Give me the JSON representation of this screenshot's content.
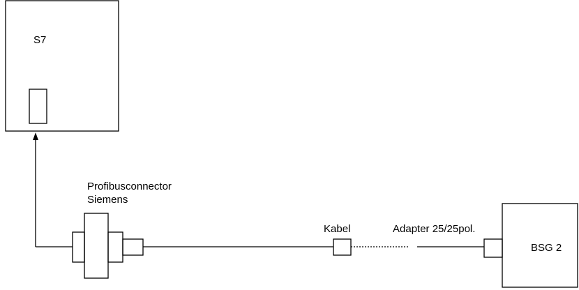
{
  "s7": {
    "label": "S7"
  },
  "profibus": {
    "label_line1": "Profibusconnector",
    "label_line2": "Siemens"
  },
  "cable": {
    "label": "Kabel"
  },
  "adapter": {
    "label": "Adapter 25/25pol."
  },
  "bsg": {
    "label": "BSG 2"
  },
  "colors": {
    "stroke": "#000000",
    "background": "#ffffff"
  }
}
